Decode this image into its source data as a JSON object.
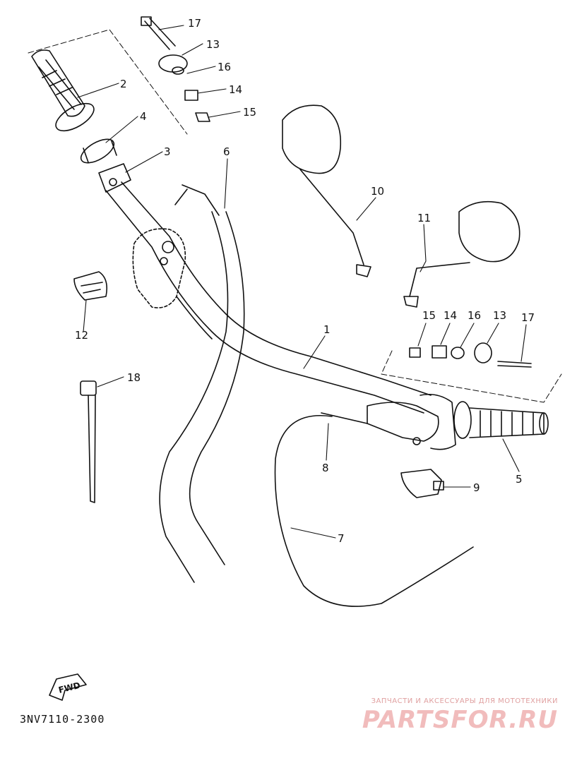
{
  "diagram": {
    "part_code": "3NV7110-2300",
    "fwd_label": "FWD",
    "callouts": {
      "c1": "1",
      "c2": "2",
      "c3": "3",
      "c4": "4",
      "c5": "5",
      "c6": "6",
      "c7": "7",
      "c8": "8",
      "c9": "9",
      "c10": "10",
      "c11": "11",
      "c12": "12",
      "c13a": "13",
      "c13b": "13",
      "c14a": "14",
      "c14b": "14",
      "c15a": "15",
      "c15b": "15",
      "c16a": "16",
      "c16b": "16",
      "c17a": "17",
      "c17b": "17",
      "c18": "18"
    }
  },
  "watermark": {
    "tagline": "ЗАПЧАСТИ И АКСЕССУАРЫ ДЛЯ МОТОТЕХНИКИ",
    "logo": "PARTSFOR.RU"
  }
}
